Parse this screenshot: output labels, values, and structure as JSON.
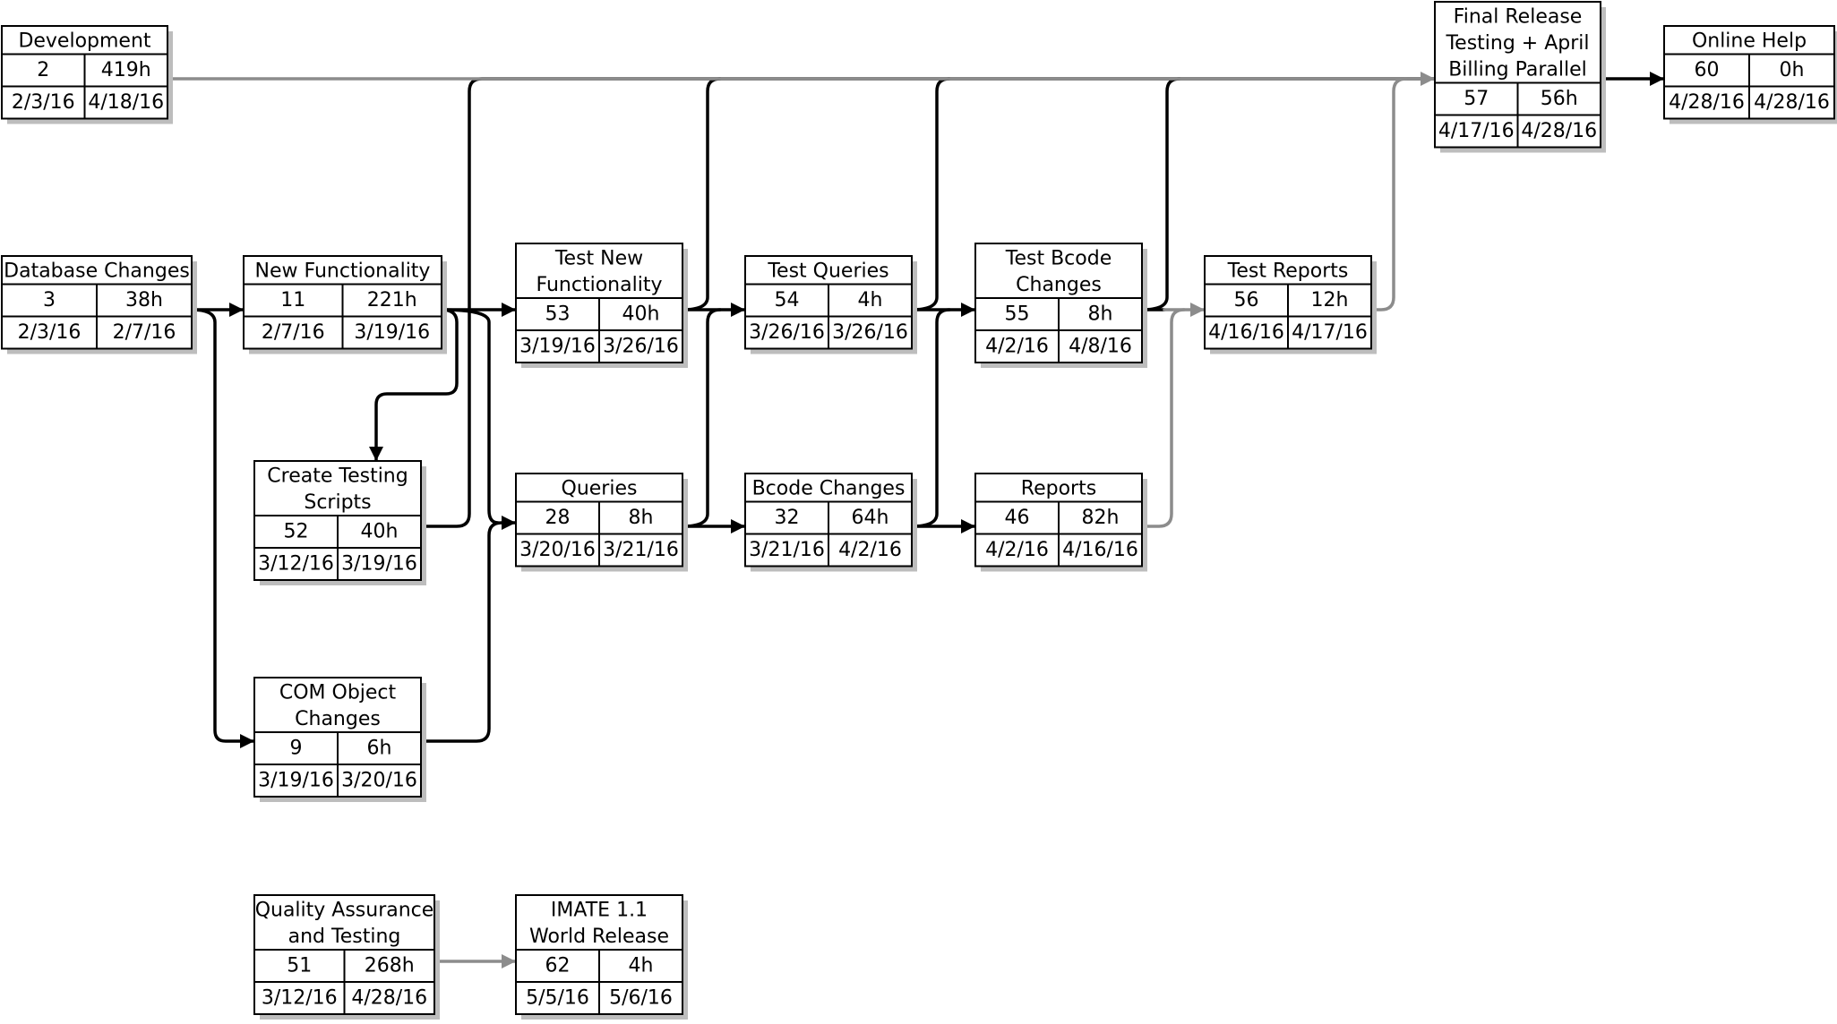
{
  "nodes": [
    {
      "id": "development",
      "title": [
        "Development"
      ],
      "id_num": "2",
      "work": "419h",
      "start": "2/3/16",
      "finish": "4/18/16"
    },
    {
      "id": "database-changes",
      "title": [
        "Database Changes"
      ],
      "id_num": "3",
      "work": "38h",
      "start": "2/3/16",
      "finish": "2/7/16"
    },
    {
      "id": "new-functionality",
      "title": [
        "New Functionality"
      ],
      "id_num": "11",
      "work": "221h",
      "start": "2/7/16",
      "finish": "3/19/16"
    },
    {
      "id": "test-new-functionality",
      "title": [
        "Test New",
        "Functionality"
      ],
      "id_num": "53",
      "work": "40h",
      "start": "3/19/16",
      "finish": "3/26/16"
    },
    {
      "id": "test-queries",
      "title": [
        "Test Queries"
      ],
      "id_num": "54",
      "work": "4h",
      "start": "3/26/16",
      "finish": "3/26/16"
    },
    {
      "id": "test-bcode-changes",
      "title": [
        "Test Bcode",
        "Changes"
      ],
      "id_num": "55",
      "work": "8h",
      "start": "4/2/16",
      "finish": "4/8/16"
    },
    {
      "id": "test-reports",
      "title": [
        "Test Reports"
      ],
      "id_num": "56",
      "work": "12h",
      "start": "4/16/16",
      "finish": "4/17/16"
    },
    {
      "id": "final-release",
      "title": [
        "Final Release",
        "Testing + April",
        "Billing Parallel"
      ],
      "id_num": "57",
      "work": "56h",
      "start": "4/17/16",
      "finish": "4/28/16"
    },
    {
      "id": "online-help",
      "title": [
        "Online Help"
      ],
      "id_num": "60",
      "work": "0h",
      "start": "4/28/16",
      "finish": "4/28/16"
    },
    {
      "id": "create-testing-scripts",
      "title": [
        "Create Testing",
        "Scripts"
      ],
      "id_num": "52",
      "work": "40h",
      "start": "3/12/16",
      "finish": "3/19/16"
    },
    {
      "id": "queries",
      "title": [
        "Queries"
      ],
      "id_num": "28",
      "work": "8h",
      "start": "3/20/16",
      "finish": "3/21/16"
    },
    {
      "id": "bcode-changes",
      "title": [
        "Bcode Changes"
      ],
      "id_num": "32",
      "work": "64h",
      "start": "3/21/16",
      "finish": "4/2/16"
    },
    {
      "id": "reports",
      "title": [
        "Reports"
      ],
      "id_num": "46",
      "work": "82h",
      "start": "4/2/16",
      "finish": "4/16/16"
    },
    {
      "id": "com-object-changes",
      "title": [
        "COM Object",
        "Changes"
      ],
      "id_num": "9",
      "work": "6h",
      "start": "3/19/16",
      "finish": "3/20/16"
    },
    {
      "id": "quality-assurance",
      "title": [
        "Quality Assurance",
        "and Testing"
      ],
      "id_num": "51",
      "work": "268h",
      "start": "3/12/16",
      "finish": "4/28/16"
    },
    {
      "id": "imate-world-release",
      "title": [
        "IMATE 1.1",
        "World Release"
      ],
      "id_num": "62",
      "work": "4h",
      "start": "5/5/16",
      "finish": "5/6/16"
    }
  ],
  "colors": {
    "line_black": "#000000",
    "line_gray": "#8c8c8c",
    "shadow": "#bdbdbd",
    "box_fill": "#ffffff"
  }
}
